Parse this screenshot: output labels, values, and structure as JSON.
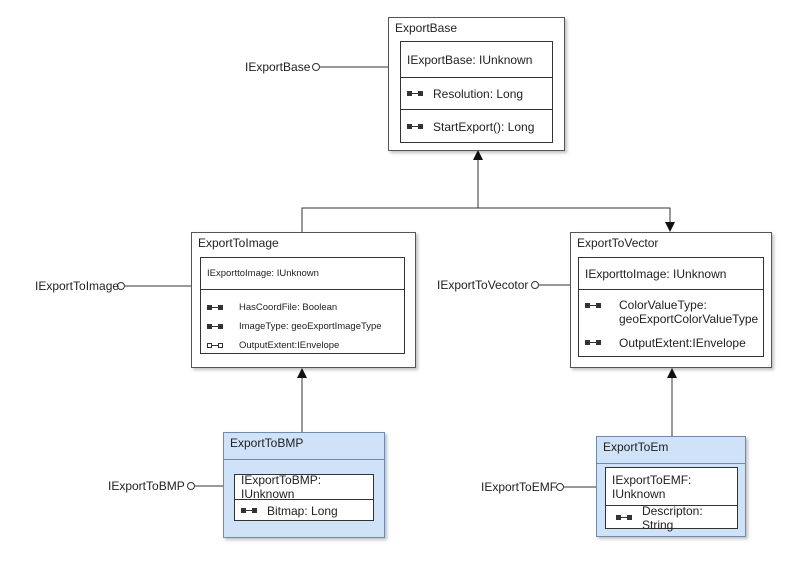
{
  "classes": {
    "export_base": {
      "name": "ExportBase",
      "interface": "IExportBase: IUnknown",
      "members": [
        "Resolution: Long",
        "StartExport(): Long"
      ],
      "lollipop": "IExportBase"
    },
    "export_to_image": {
      "name": "ExportToImage",
      "interface": "IExporttoImage: IUnknown",
      "members": [
        "HasCoordFile: Boolean",
        "ImageType: geoExportImageType",
        "OutputExtent:IEnvelope"
      ],
      "lollipop": "IExportToImage"
    },
    "export_to_vector": {
      "name": "ExportToVector",
      "interface": "IExporttoImage: IUnknown",
      "members": [
        "ColorValueType: geoExportColorValueType",
        "OutputExtent:IEnvelope"
      ],
      "lollipop": "IExportToVecotor"
    },
    "export_to_bmp": {
      "name": "ExportToBMP",
      "interface": "IExportToBMP: IUnknown",
      "members": [
        "Bitmap: Long"
      ],
      "lollipop": "IExportToBMP"
    },
    "export_to_em": {
      "name": "ExportToEm",
      "interface": "IExportToEMF: IUnknown",
      "members": [
        "Descripton: String"
      ],
      "lollipop": "IExportToEMF"
    }
  },
  "colors": {
    "highlight_fill": "#cfe2f7",
    "line": "#333333"
  }
}
